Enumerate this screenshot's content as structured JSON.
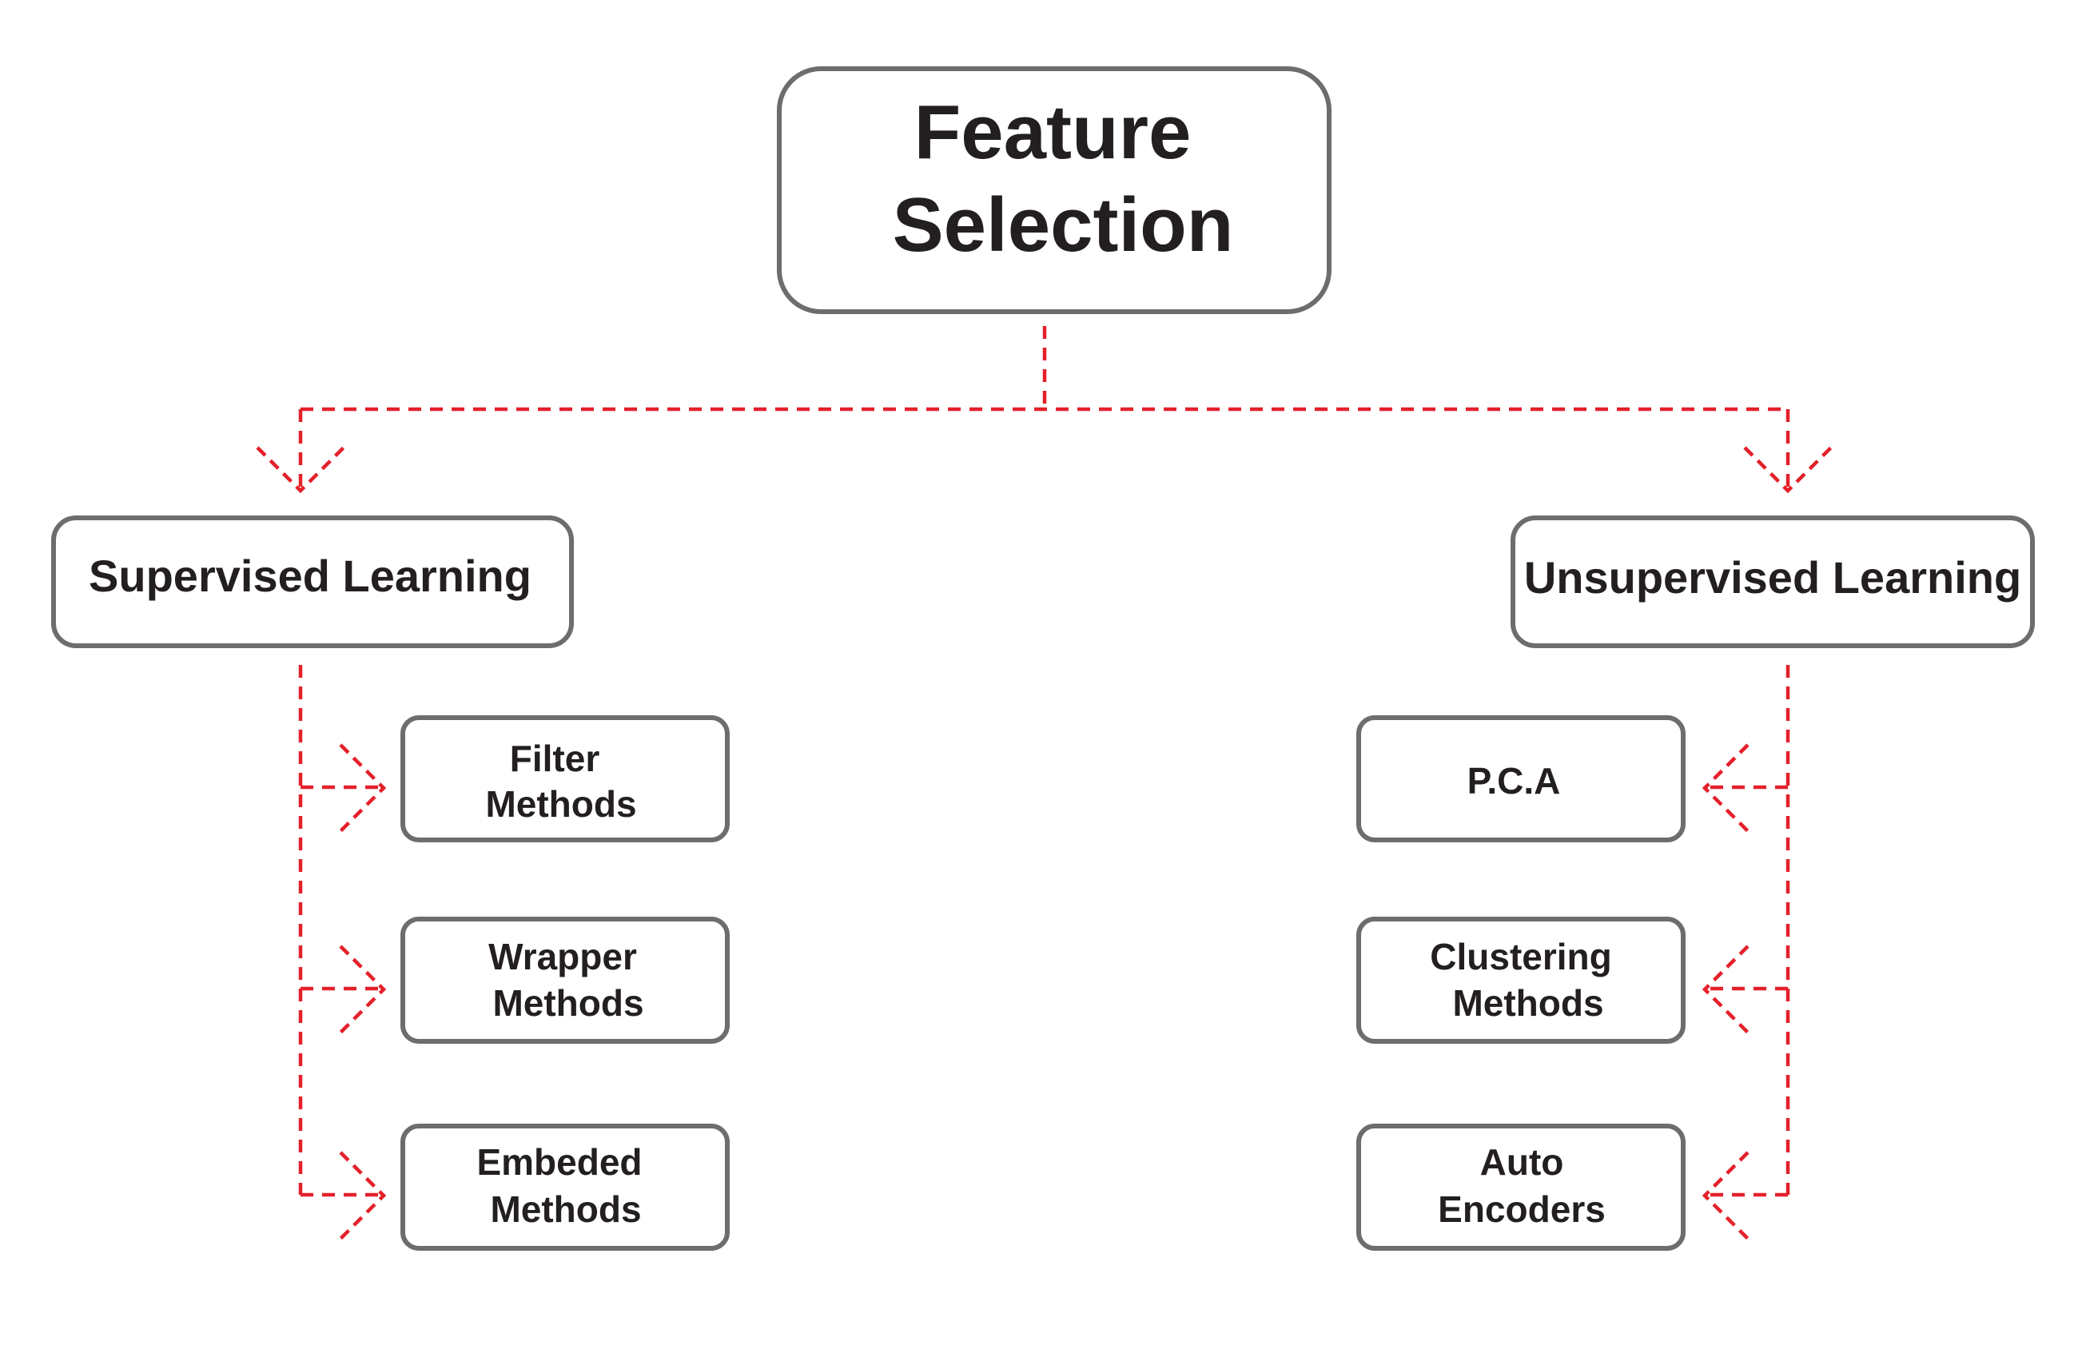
{
  "diagram": {
    "root": {
      "line1": "Feature",
      "line2": "Selection"
    },
    "supervised": {
      "label": "Supervised Learning",
      "methods": [
        {
          "line1": "Filter",
          "line2": "Methods"
        },
        {
          "line1": "Wrapper",
          "line2": "Methods"
        },
        {
          "line1": "Embeded",
          "line2": "Methods"
        }
      ]
    },
    "unsupervised": {
      "label": "Unsupervised Learning",
      "methods": [
        {
          "line1": "P.C.A",
          "line2": ""
        },
        {
          "line1": "Clustering",
          "line2": "Methods"
        },
        {
          "line1": "Auto",
          "line2": "Encoders"
        }
      ]
    }
  },
  "colors": {
    "connector": "#e4202a",
    "box_border": "#6d6d6d",
    "text": "#231f20"
  }
}
